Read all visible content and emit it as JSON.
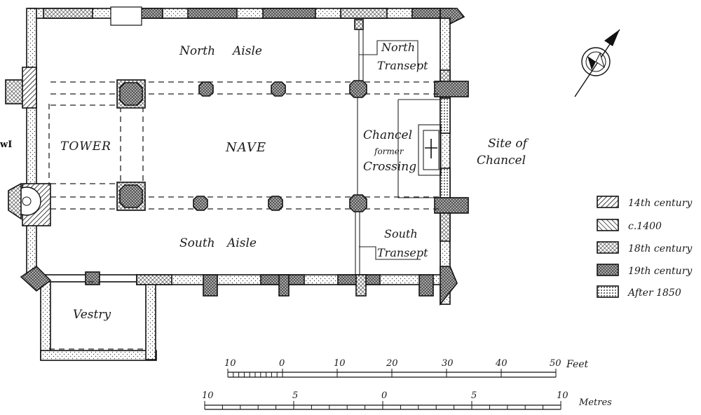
{
  "plan": {
    "labels": {
      "north_aisle_1": "North",
      "north_aisle_2": "Aisle",
      "north_transept_1": "North",
      "north_transept_2": "Transept",
      "tower": "TOWER",
      "nave": "NAVE",
      "chancel_1": "Chancel",
      "chancel_2": "former",
      "chancel_3": "Crossing",
      "site_1": "Site of",
      "site_2": "Chancel",
      "south_aisle_1": "South",
      "south_aisle_2": "Aisle",
      "south_transept_1": "South",
      "south_transept_2": "Transept",
      "vestry": "Vestry",
      "west_mark": "wI"
    }
  },
  "legend": {
    "items": [
      {
        "label": "14th century",
        "pattern": "hatch-right"
      },
      {
        "label": "c.1400",
        "pattern": "hatch-left"
      },
      {
        "label": "18th century",
        "pattern": "cross"
      },
      {
        "label": "19th century",
        "pattern": "crossdense"
      },
      {
        "label": "After 1850",
        "pattern": "dots"
      }
    ]
  },
  "scales": {
    "feet": {
      "unit": "Feet",
      "ticks": [
        "10",
        "0",
        "10",
        "20",
        "30",
        "40",
        "50"
      ]
    },
    "metres": {
      "unit": "Metres",
      "ticks": [
        "10",
        "5",
        "0",
        "5",
        "10"
      ]
    }
  },
  "compass": {
    "icon": "north-arrow-icon"
  }
}
